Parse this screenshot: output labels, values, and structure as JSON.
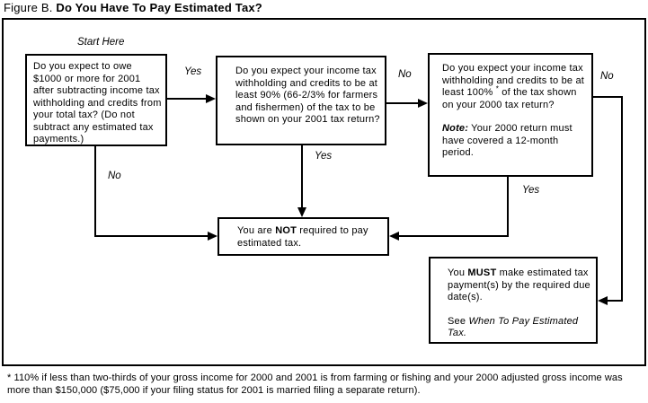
{
  "title": {
    "prefix": "Figure B. ",
    "main": "Do You Have To Pay Estimated Tax?"
  },
  "colors": {
    "ink": "#000000",
    "background": "#ffffff"
  },
  "flowchart": {
    "start_label": "Start Here",
    "boxes": {
      "q1": {
        "text": "Do you expect to owe $1000 or more for 2001 after subtracting income tax withholding and credits from your total tax? (Do not subtract any estimated tax payments.)"
      },
      "q2": {
        "text": "Do you expect your income tax withholding and credits to be at least 90% (66-2/3% for farmers and fishermen) of the tax to be shown on your 2001 tax return?"
      },
      "q3": {
        "text_before_sup": "Do you expect your income tax withholding and credits to be at least 100% ",
        "sup": "*",
        "text_after_sup": " of the tax shown on your 2000 tax return?",
        "note_label": "Note:",
        "note_text": " Your 2000 return must have covered a 12-month period."
      },
      "not_required": {
        "pre": "You are ",
        "bold": "NOT",
        "post": " required to pay estimated tax."
      },
      "must": {
        "pre": "You ",
        "bold": "MUST",
        "post": " make estimated tax payment(s) by the required due date(s).",
        "see_pre": "See ",
        "see_italic": "When To Pay Estimated Tax."
      }
    },
    "edge_labels": {
      "q1_yes": "Yes",
      "q1_no": "No",
      "q2_no": "No",
      "q2_yes": "Yes",
      "q3_no": "No",
      "q3_yes": "Yes"
    }
  },
  "footnote": "* 110% if less than two-thirds of your gross income for 2000 and 2001 is from farming or fishing and your 2000 adjusted gross income was more than $150,000 ($75,000 if your filing status for 2001 is married filing a separate return)."
}
